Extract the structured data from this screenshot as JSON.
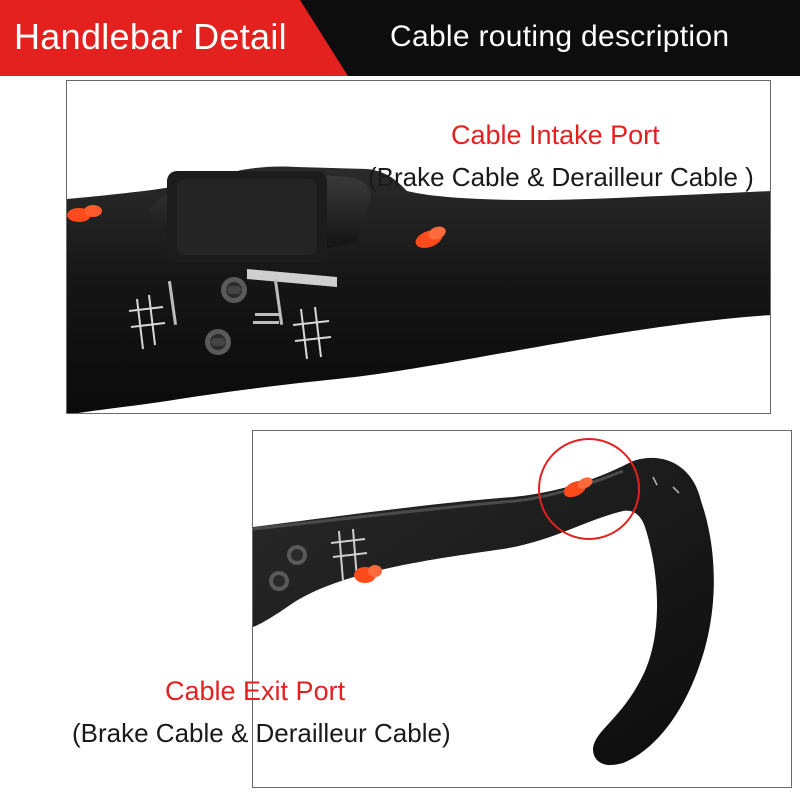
{
  "header": {
    "left_title": "Handlebar Detail",
    "right_title": "Cable routing description",
    "colors": {
      "red": "#e3211f",
      "black": "#0d0d0d"
    }
  },
  "intake": {
    "title": "Cable Intake Port",
    "subtitle": "(Brake Cable & Derailleur Cable )"
  },
  "exit": {
    "title": "Cable Exit Port",
    "subtitle": "(Brake Cable & Derailleur Cable)"
  },
  "colors": {
    "accent_red": "#e3211f",
    "port_orange": "#ff4a1c",
    "carbon": "#151515"
  }
}
